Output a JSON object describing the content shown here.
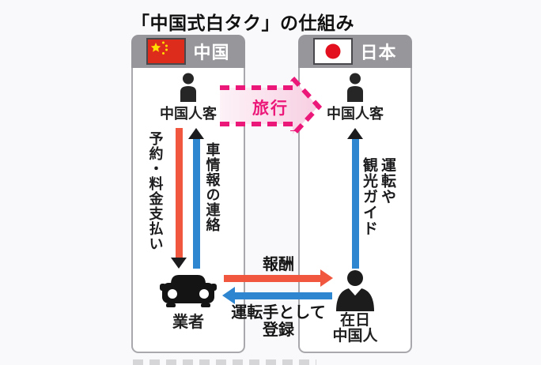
{
  "title": "「中国式白タク」の仕組み",
  "china": {
    "header": "中国",
    "customer": "中国人客",
    "pay_label": "予約・料金支払い",
    "info_label": "車情報の連絡",
    "operator": "業者"
  },
  "japan": {
    "header": "日本",
    "customer": "中国人客",
    "guide_col1": "運転や",
    "guide_col2": "観光ガイド",
    "driver_line1": "在日",
    "driver_line2": "中国人"
  },
  "flows": {
    "travel": "旅行",
    "reward": "報酬",
    "register_line1": "運転手として",
    "register_line2": "登録"
  },
  "colors": {
    "arrow_red": "#f1573f",
    "arrow_blue": "#2f86d0",
    "travel_pink": "#ec1879",
    "travel_fill": "#f7cfe2",
    "header_gray": "#96969b",
    "china_flag_red": "#dd2b1c",
    "japan_sun_red": "#e3101f",
    "star_yellow": "#ffde00"
  }
}
